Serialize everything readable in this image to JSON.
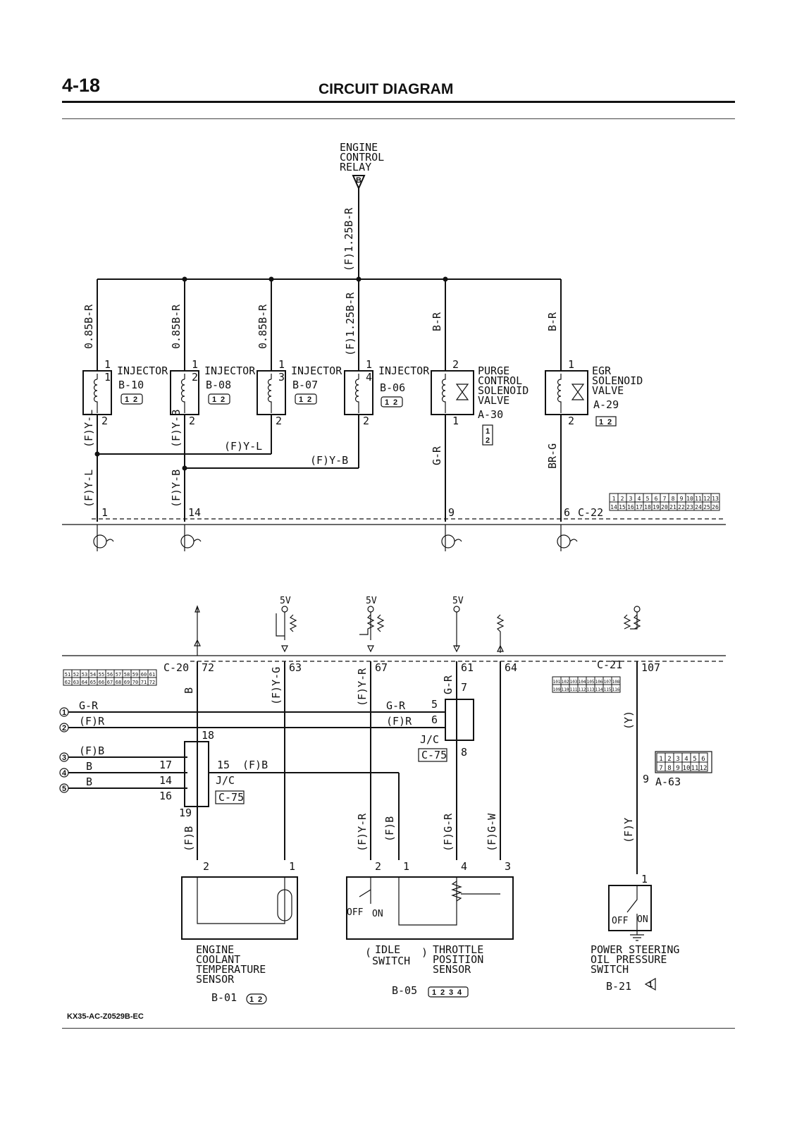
{
  "page": {
    "number": "4-18",
    "title": "CIRCUIT DIAGRAM",
    "code": "KX35-AC-Z0529B-EC"
  },
  "relay": {
    "label_l1": "ENGINE",
    "label_l2": "CONTROL",
    "label_l3": "RELAY",
    "wire": "(F)1.25B-R"
  },
  "top_wires": {
    "w1": "0.85B-R",
    "w2": "0.85B-R",
    "w3": "0.85B-R",
    "w4": "(F)1.25B-R",
    "w5": "B-R",
    "w6": "B-R"
  },
  "injectors": [
    {
      "name": "INJECTOR",
      "id": "B-10",
      "num": "1",
      "pin_top": "1",
      "pin_bot": "2",
      "out_wire": "(F)Y-L"
    },
    {
      "name": "INJECTOR",
      "id": "B-08",
      "num": "2",
      "pin_top": "1",
      "pin_bot": "2",
      "out_wire": "(F)Y-B"
    },
    {
      "name": "INJECTOR",
      "id": "B-07",
      "num": "3",
      "pin_top": "1",
      "pin_bot": "2",
      "out_wire": "(F)Y-L"
    },
    {
      "name": "INJECTOR",
      "id": "B-06",
      "num": "4",
      "pin_top": "1",
      "pin_bot": "2",
      "out_wire": "(F)Y-B"
    }
  ],
  "purge": {
    "l1": "PURGE",
    "l2": "CONTROL",
    "l3": "SOLENOID",
    "l4": "VALVE",
    "id": "A-30",
    "pin_top": "2",
    "pin_bot": "1",
    "wire": "G-R",
    "conn_pins": [
      "1",
      "2"
    ]
  },
  "egr": {
    "l1": "EGR",
    "l2": "SOLENOID",
    "l3": "VALVE",
    "id": "A-29",
    "pin_top": "1",
    "pin_bot": "2",
    "wire": "BR-G",
    "conn_pins": [
      "1",
      "2"
    ]
  },
  "connector_icon_pins": [
    "1",
    "2"
  ],
  "ecu_top": {
    "id": "C-22",
    "pins": [
      "1",
      "14",
      "9",
      "6"
    ],
    "wire_left1": "(F)Y-L",
    "wire_left2": "(F)Y-B",
    "grid_row1": [
      "1",
      "2",
      "3",
      "4",
      "5",
      "6",
      "7",
      "8",
      "9",
      "10",
      "11",
      "12",
      "13"
    ],
    "grid_row2": [
      "14",
      "15",
      "16",
      "17",
      "18",
      "19",
      "20",
      "21",
      "22",
      "23",
      "24",
      "25",
      "26"
    ]
  },
  "ecu_bottom": {
    "id_left": "C-20",
    "id_right": "C-21",
    "pins": [
      "72",
      "63",
      "67",
      "61",
      "64",
      "107"
    ],
    "grid_left_row1": [
      "51",
      "52",
      "53",
      "54",
      "55",
      "56",
      "57",
      "58",
      "59",
      "60",
      "61"
    ],
    "grid_left_row2": [
      "62",
      "63",
      "64",
      "65",
      "66",
      "67",
      "68",
      "69",
      "70",
      "71",
      "72"
    ],
    "grid_right_row1": [
      "101",
      "102",
      "103",
      "104",
      "105",
      "106",
      "107",
      "108"
    ],
    "grid_right_row2": [
      "109",
      "110",
      "111",
      "112",
      "113",
      "114",
      "115",
      "116"
    ],
    "vref": [
      "5V",
      "5V",
      "5V"
    ]
  },
  "bottom_wires": {
    "w72": "B",
    "w63": "(F)Y-G",
    "w67": "(F)Y-R",
    "w61": "G-R",
    "w107": "(Y)",
    "ect_pin2": "(F)B",
    "tps_pin2": "(F)Y-R",
    "tps_pin1": "(F)B",
    "tps_pin4": "(F)G-R",
    "tps_pin3": "(F)G-W",
    "ps_wire": "(F)Y"
  },
  "left_lines": [
    {
      "num": "1",
      "label": "G-R"
    },
    {
      "num": "2",
      "label": "(F)R"
    },
    {
      "num": "3",
      "label": "(F)B"
    },
    {
      "num": "4",
      "label": "B"
    },
    {
      "num": "5",
      "label": "B"
    }
  ],
  "jc_left": {
    "label": "J/C",
    "id": "C-75",
    "pins": [
      "18",
      "17",
      "14",
      "16",
      "19",
      "15"
    ],
    "out_wire": "(F)B"
  },
  "jc_right": {
    "label": "J/C",
    "id": "C-75",
    "pins": [
      "5",
      "6",
      "7",
      "8"
    ],
    "w5": "G-R",
    "w6": "(F)R"
  },
  "a63": {
    "id": "A-63",
    "pin": "9",
    "pins_row1": [
      "1",
      "2",
      "3",
      "4",
      "5",
      "6"
    ],
    "pins_row2": [
      "7",
      "8",
      "9",
      "10",
      "11",
      "12"
    ]
  },
  "ect": {
    "l1": "ENGINE",
    "l2": "COOLANT",
    "l3": "TEMPERATURE",
    "l4": "SENSOR",
    "id": "B-01",
    "pin_a": "2",
    "pin_b": "1"
  },
  "tps": {
    "idle_l1": "IDLE",
    "idle_l2": "SWITCH",
    "l1": "THROTTLE",
    "l2": "POSITION",
    "l3": "SENSOR",
    "id": "B-05",
    "off": "OFF",
    "on": "ON",
    "pins": [
      "2",
      "1",
      "4",
      "3"
    ],
    "conn_pins": [
      "1",
      "2",
      "3",
      "4"
    ]
  },
  "ps": {
    "l1": "POWER STEERING",
    "l2": "OIL PRESSURE",
    "l3": "SWITCH",
    "id": "B-21",
    "pin": "1",
    "off": "OFF",
    "on": "ON",
    "conn_pin": "1"
  }
}
